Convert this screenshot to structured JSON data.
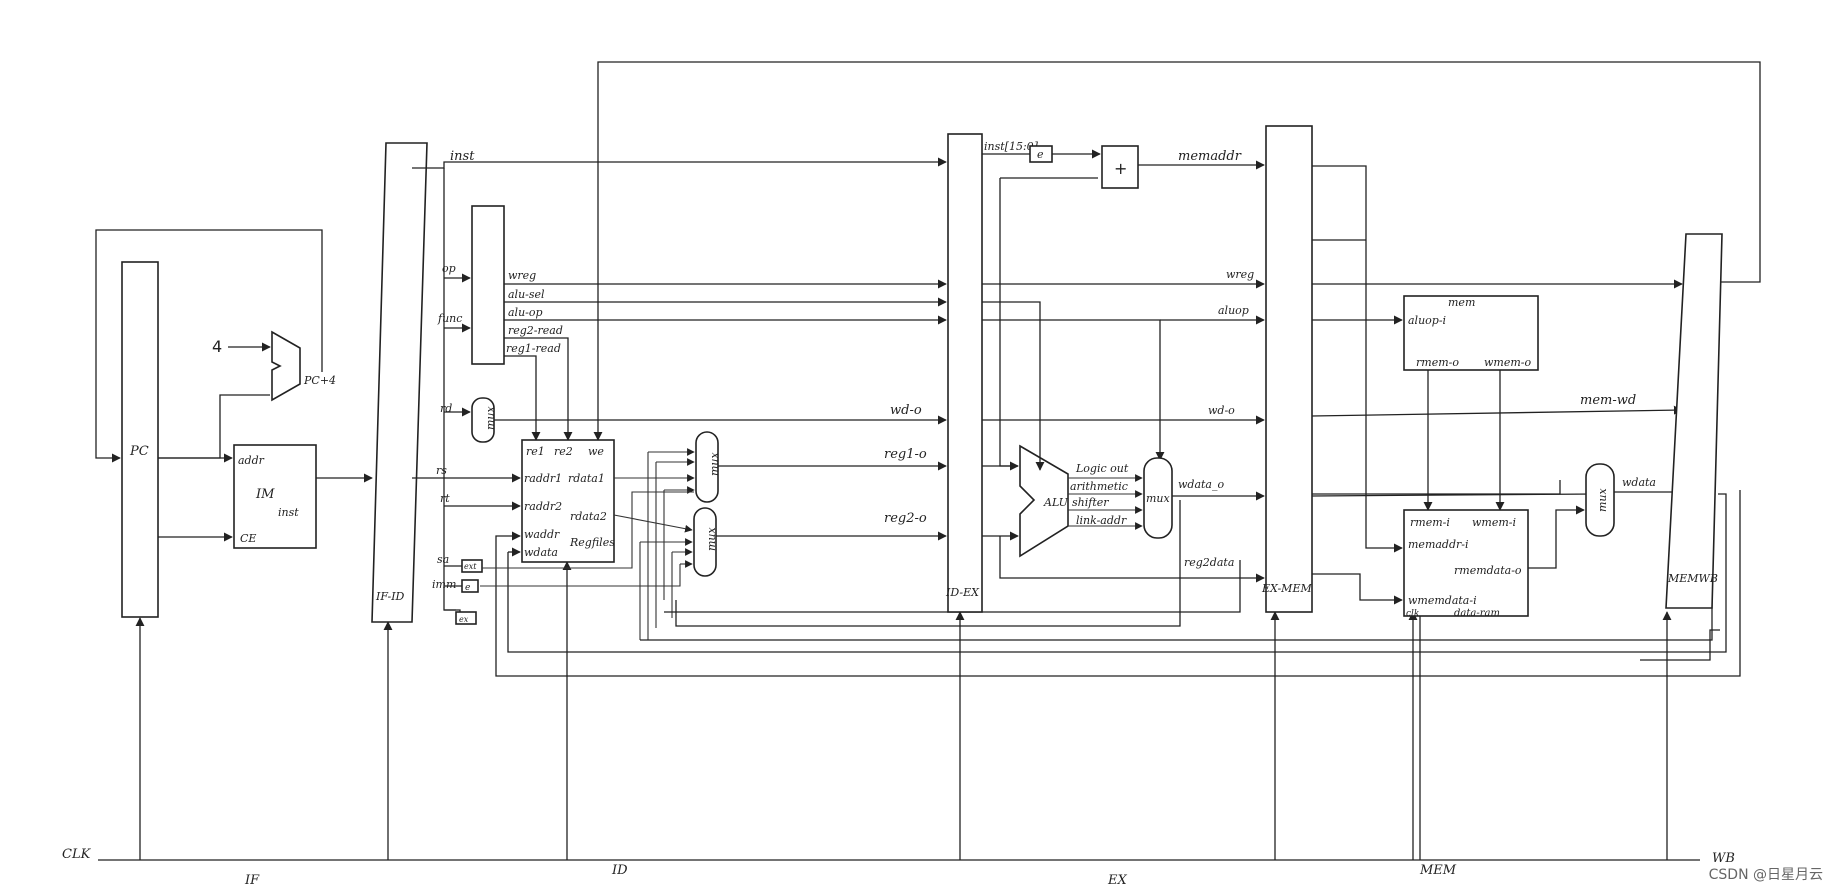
{
  "diagram": {
    "stages": [
      "IF",
      "ID",
      "EX",
      "MEM",
      "WB"
    ],
    "clock_label": "CLK",
    "pc": {
      "label": "PC"
    },
    "pc_adder": {
      "input": "4",
      "label": "PC+4"
    },
    "imem": {
      "title": "IM",
      "ports": [
        "addr",
        "inst",
        "CE"
      ]
    },
    "if_id": {
      "label": "IF-ID"
    },
    "inst_label": "inst",
    "control": {
      "inputs": [
        "op",
        "func"
      ],
      "outputs": [
        "wreg",
        "alu-sel",
        "alu-op",
        "reg2-read",
        "reg1-read"
      ]
    },
    "rd_label": "rd",
    "rs_label": "rs",
    "rt_label": "rt",
    "sa_label": "sa",
    "imm_label": "imm",
    "ext_sa": "ext",
    "ext_imm": "e",
    "ext3": "ex",
    "mux_label": "mux",
    "regfile": {
      "title": "Regfiles",
      "top": [
        "re1",
        "re2",
        "we"
      ],
      "left": [
        "raddr1",
        "raddr2",
        "waddr",
        "wdata"
      ],
      "right": [
        "rdata1",
        "rdata2"
      ]
    },
    "id_ex": {
      "label": "ID-EX"
    },
    "id_ex_signals": [
      "wd-o",
      "reg1-o",
      "reg2-o"
    ],
    "inst_bits": "inst[15:0]",
    "ext_ex": "e",
    "adder_sign": "+",
    "memaddr": "memaddr",
    "alu": {
      "label": "ALU",
      "units": [
        "Logic out",
        "arithmetic",
        "shifter",
        "link-addr"
      ]
    },
    "wdata_o": "wdata_o",
    "reg2data": "reg2data",
    "ex_mem": {
      "label": "EX-MEM"
    },
    "ex_mem_signals": [
      "wreg",
      "aluop",
      "wd-o"
    ],
    "mem_ctrl": {
      "title": "mem",
      "ports": [
        "aluop-i",
        "rmem-o",
        "wmem-o"
      ]
    },
    "dram": {
      "title": "data-ram",
      "ports": [
        "rmem-i",
        "wmem-i",
        "memaddr-i",
        "rmemdata-o",
        "wmemdata-i",
        "clk"
      ]
    },
    "mem_wd": "mem-wd",
    "wb_wdata": "wdata",
    "mem_wb": {
      "label": "MEMWB"
    }
  },
  "watermark": "CSDN @日星月云"
}
